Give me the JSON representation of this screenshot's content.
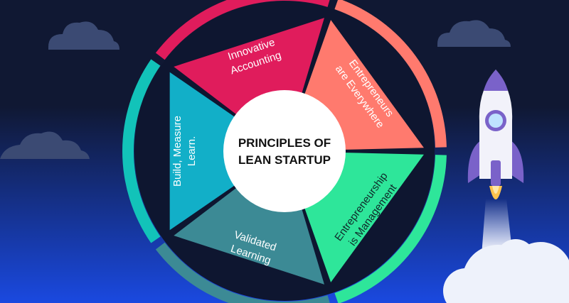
{
  "center": {
    "line1": "PRINCIPLES OF",
    "line2": "LEAN STARTUP"
  },
  "segments": [
    {
      "id": "innovative-accounting",
      "line1": "Innovative",
      "line2": "Accounting",
      "color": "#E01C5C",
      "ring_color": "#E01C5C"
    },
    {
      "id": "entrepreneurs-everywhere",
      "line1": "Entrepreneurs",
      "line2": "are Everywhere",
      "color": "#FF7A6E",
      "ring_color": "#FF7A6E"
    },
    {
      "id": "entrepreneurship-management",
      "line1": "Entrepreneurship",
      "line2": "is Management",
      "color": "#2EE69A",
      "ring_color": "#2EE69A"
    },
    {
      "id": "validated-learning",
      "line1": "Validated",
      "line2": "Learning",
      "color": "#3C8A95",
      "ring_color": "#3C8A95"
    },
    {
      "id": "build-measure-learn",
      "line1": "Build, Measure",
      "line2": "Learn.",
      "color": "#12AFC8",
      "ring_color": "#12C3B9"
    }
  ],
  "colors": {
    "background_top": "#101833",
    "background_bottom": "#1A49E0",
    "cloud": "#3B4A73",
    "center_fill": "#FFFFFF",
    "center_text": "#111111",
    "rocket_body": "#F2F2FA",
    "rocket_accent": "#7A62C9",
    "flame": "#FFC34D"
  }
}
